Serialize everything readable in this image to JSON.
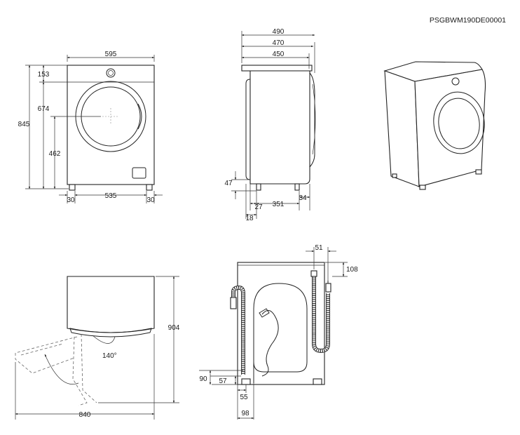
{
  "document_code": "PSGBWM190DE00001",
  "front": {
    "width": "595",
    "top": "153",
    "door_center": "674",
    "total_height": "845",
    "door_bottom": "462",
    "foot_left": "30",
    "foot_span": "535",
    "foot_right": "30"
  },
  "side": {
    "depth_max": "490",
    "depth_door": "470",
    "depth_body": "450",
    "foot_h": "47",
    "foot_off": "27",
    "foot_front": "18",
    "foot_span": "351",
    "foot_back": "34"
  },
  "door_open": {
    "height": "904",
    "angle": "140°",
    "width": "840"
  },
  "back": {
    "hose_offset": "51",
    "top_gap": "108",
    "bottom_h": "90",
    "inlet_h": "57",
    "drain_off": "55",
    "drain_depth": "98"
  }
}
